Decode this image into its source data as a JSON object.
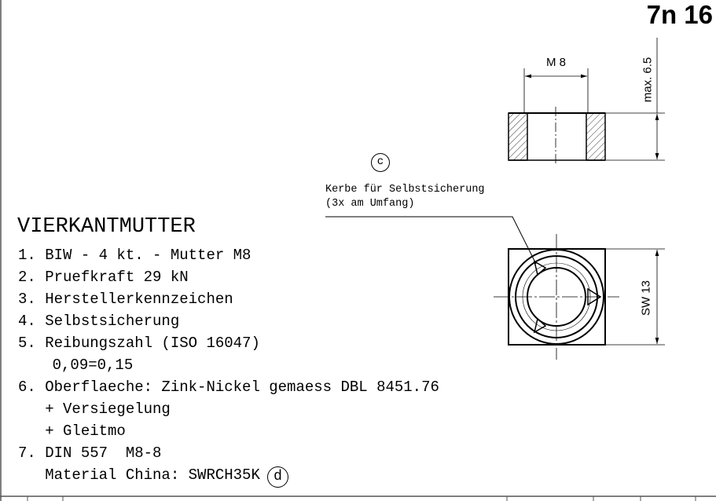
{
  "drawing_code": "7n 16",
  "title": "VIERKANTMUTTER",
  "items": [
    "1. BIW - 4 kt. - Mutter M8",
    "2. Pruefkraft 29 kN",
    "3. Herstellerkennzeichen",
    "4. Selbstsicherung",
    "5. Reibungszahl (ISO 16047)",
    "    0,09=0,15",
    "6. Oberflaeche: Zink-Nickel gemaess DBL 8451.76",
    "   + Versiegelung",
    "   + Gleitmo",
    "7. DIN 557  M8-8",
    "   Material China: SWRCH35K"
  ],
  "marker_d": "d",
  "marker_c": "c",
  "note": [
    "Kerbe für Selbstsicherung",
    "(3x am Umfang)"
  ],
  "dimensions": {
    "thread": "M 8",
    "height": "max. 6.5",
    "width_across_flats": "SW 13"
  }
}
